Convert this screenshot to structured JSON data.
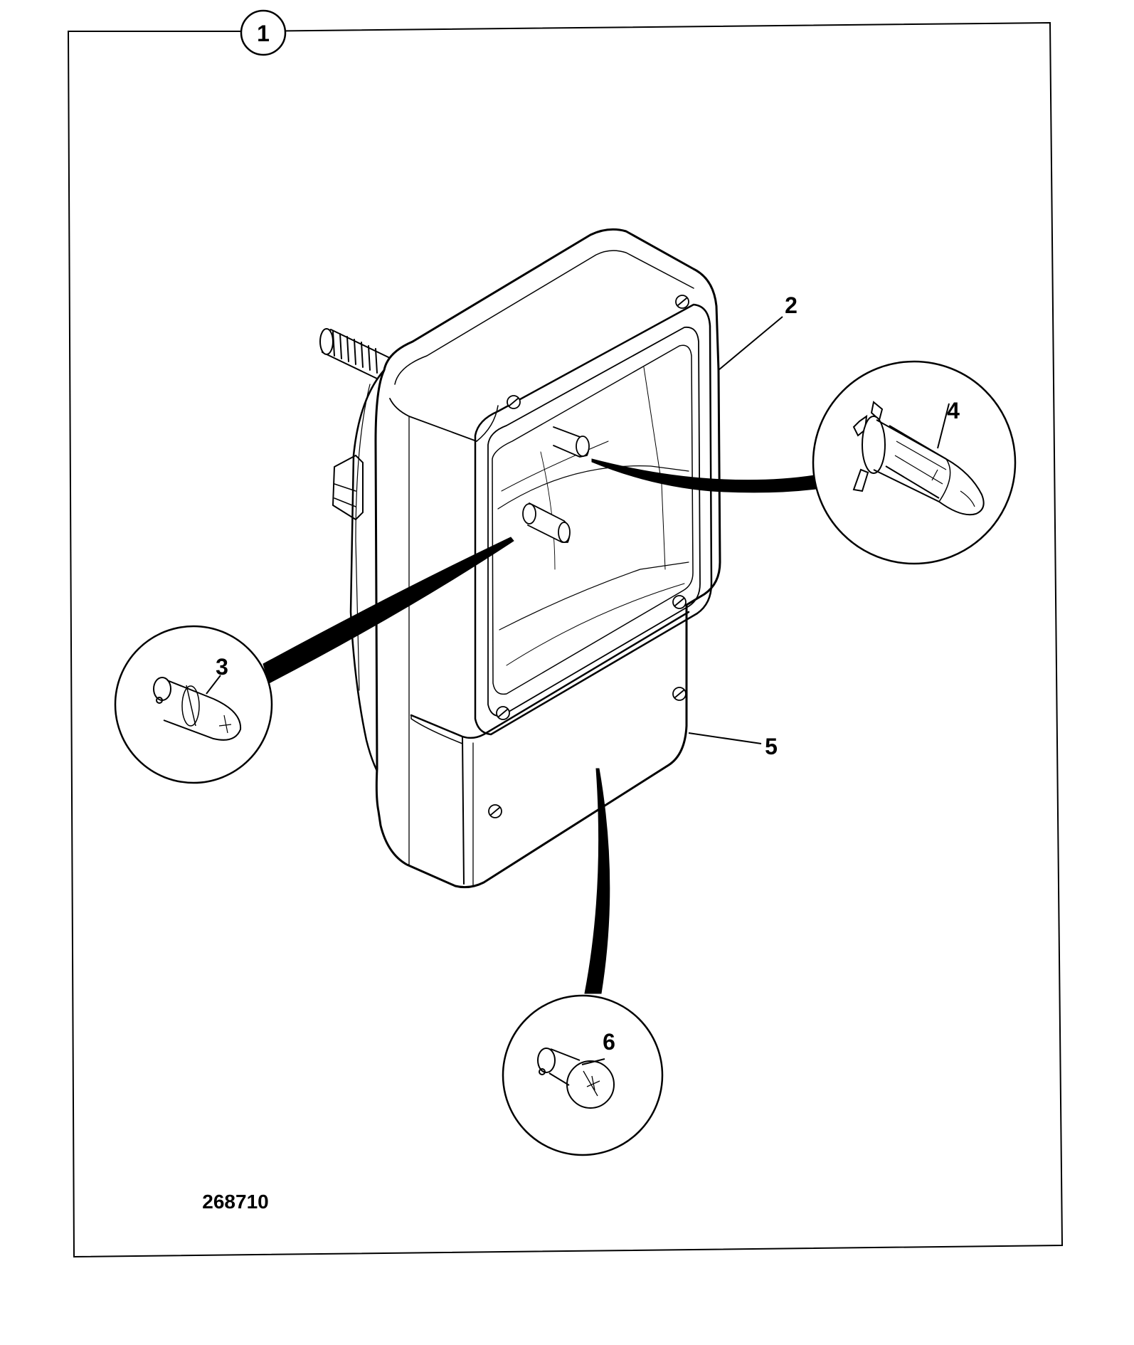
{
  "figure_number": "1",
  "drawing_reference": "268710",
  "callouts": {
    "housing": "2",
    "side_bulb": "3",
    "headlamp_bulb": "4",
    "lower_lens": "5",
    "plate_bulb": "6"
  },
  "colors": {
    "ink": "#000000",
    "paper": "#ffffff"
  }
}
